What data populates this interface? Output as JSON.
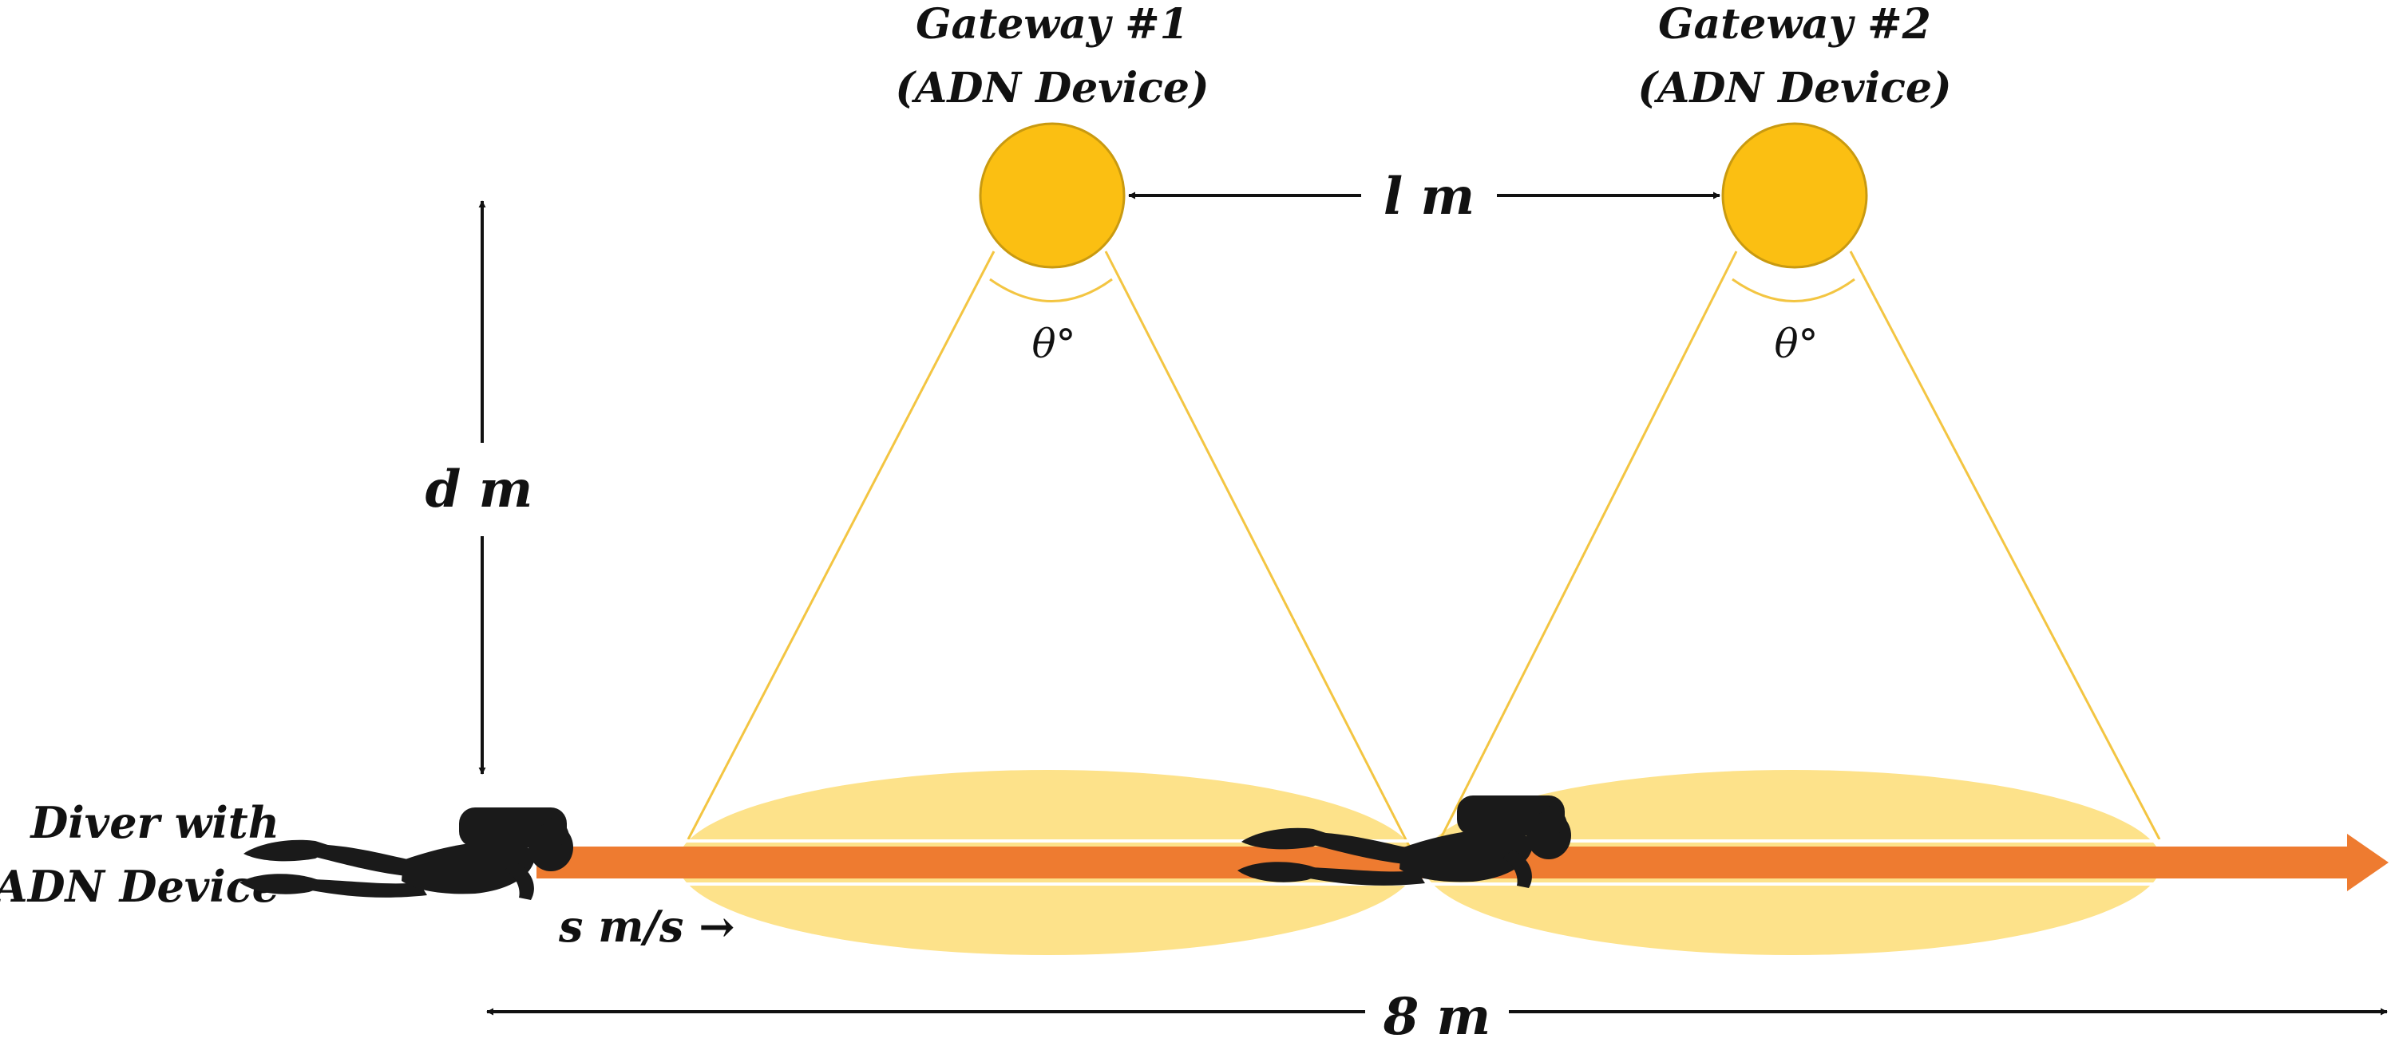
{
  "gateways": [
    {
      "title": "Gateway #1",
      "subtitle": "(ADN Device)",
      "angle_label": "θ°"
    },
    {
      "title": "Gateway #2",
      "subtitle": "(ADN Device)",
      "angle_label": "θ°"
    }
  ],
  "labels": {
    "gateway_spacing": "l m",
    "depth": "d m",
    "diver_line1": "Diver with",
    "diver_line2": "ADN Device",
    "speed": "s m/s →",
    "total_length": "8 m"
  },
  "colors": {
    "gateway_fill": "#fbbf12",
    "gateway_stroke": "#c99a10",
    "beam_line": "#f3c542",
    "coverage_fill": "#fde28a",
    "path_arrow": "#ee7b30",
    "diver": "#1a1a1a"
  }
}
